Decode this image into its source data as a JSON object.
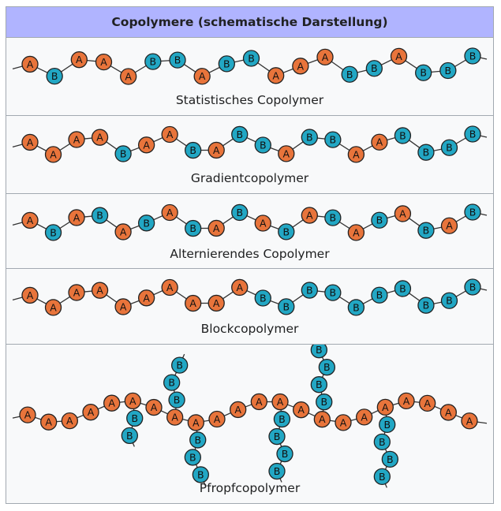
{
  "header": {
    "title": "Copolymere (schematische Darstellung)"
  },
  "colors": {
    "monomer_a": "#e8743b",
    "monomer_b": "#22a7c4",
    "header_bg": "#b0b4ff",
    "chain": "#333333"
  },
  "rows": [
    {
      "caption": "Statistisches Copolymer",
      "sequence": [
        "A",
        "B",
        "A",
        "A",
        "A",
        "B",
        "B",
        "A",
        "B",
        "B",
        "A",
        "A",
        "A",
        "B",
        "B",
        "A",
        "B",
        "B",
        "B"
      ]
    },
    {
      "caption": "Gradientcopolymer",
      "sequence": [
        "A",
        "A",
        "A",
        "A",
        "B",
        "A",
        "A",
        "B",
        "A",
        "B",
        "B",
        "A",
        "B",
        "B",
        "A",
        "A",
        "B",
        "B",
        "B",
        "B"
      ]
    },
    {
      "caption": "Alternierendes Copolymer",
      "sequence": [
        "A",
        "B",
        "A",
        "B",
        "A",
        "B",
        "A",
        "B",
        "A",
        "B",
        "A",
        "B",
        "A",
        "B",
        "A",
        "B",
        "A",
        "B",
        "A",
        "B"
      ]
    },
    {
      "caption": "Blockcopolymer",
      "sequence": [
        "A",
        "A",
        "A",
        "A",
        "A",
        "A",
        "A",
        "A",
        "A",
        "A",
        "B",
        "B",
        "B",
        "B",
        "B",
        "B",
        "B",
        "B",
        "B",
        "B"
      ]
    }
  ],
  "graft": {
    "caption": "Pfropfcopolymer",
    "backbone": [
      "A",
      "A",
      "A",
      "A",
      "A",
      "A",
      "A",
      "A",
      "A",
      "A",
      "A",
      "A",
      "A",
      "A",
      "A",
      "A",
      "A",
      "A",
      "A",
      "A",
      "A",
      "A"
    ],
    "branch_label": "B"
  }
}
